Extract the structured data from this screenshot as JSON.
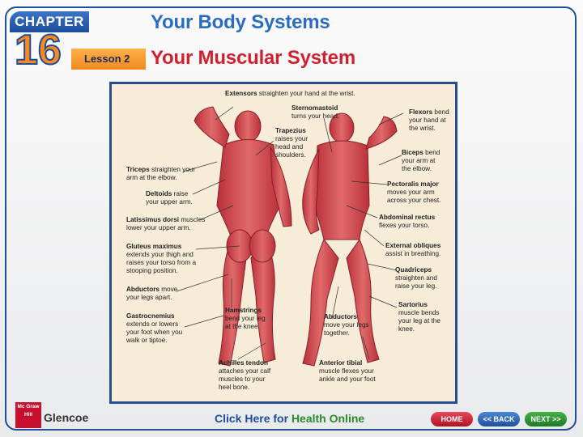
{
  "header": {
    "chapter_label": "CHAPTER",
    "chapter_number": "16",
    "lesson_label": "Lesson 2",
    "title_top": "Your Body Systems",
    "title_main": "Your Muscular System"
  },
  "figure": {
    "labels": [
      {
        "name": "Extensors",
        "desc": "straighten your hand at the wrist."
      },
      {
        "name": "Sternomastoid",
        "desc": "turns your head."
      },
      {
        "name": "Flexors",
        "desc": "bend your hand at the wrist."
      },
      {
        "name": "Trapezius",
        "desc": "raises your head and shoulders."
      },
      {
        "name": "Biceps",
        "desc": "bend your arm at the elbow."
      },
      {
        "name": "Triceps",
        "desc": "straighten your arm at the elbow."
      },
      {
        "name": "Deltoids",
        "desc": "raise your upper arm."
      },
      {
        "name": "Pectoralis major",
        "desc": "moves your arm across your chest."
      },
      {
        "name": "Latissimus dorsi",
        "desc": "muscles lower your upper arm."
      },
      {
        "name": "Abdominal rectus",
        "desc": "flexes your torso."
      },
      {
        "name": "Gluteus maximus",
        "desc": "extends your thigh and raises your torso from a stooping position."
      },
      {
        "name": "External obliques",
        "desc": "assist in breathing."
      },
      {
        "name": "Quadriceps",
        "desc": "straighten and raise your leg."
      },
      {
        "name": "Abductors",
        "desc": "move your legs apart."
      },
      {
        "name": "Sartorius",
        "desc": "muscle bends your leg at the knee."
      },
      {
        "name": "Gastrocnemius",
        "desc": "extends or lowers your foot when you walk or tiptoe."
      },
      {
        "name": "Hamstrings",
        "desc": "bend your leg at the knee."
      },
      {
        "name": "Abductors",
        "desc": "move your legs together."
      },
      {
        "name": "Achilles tendon",
        "desc": "attaches your calf muscles to your heel bone."
      },
      {
        "name": "Anterior tibial",
        "desc": "muscle flexes your ankle and your foot"
      }
    ]
  },
  "footer": {
    "publisher_logo": "Mc Graw Hill",
    "brand": "Glencoe",
    "click_here_prefix": "Click Here for",
    "click_here_link": "Health Online",
    "home_label": "HOME",
    "back_label": "<< BACK",
    "next_label": "NEXT >>"
  },
  "colors": {
    "brand_blue": "#1d4d9b",
    "title_red": "#d1202f",
    "chapter_orange": "#ff8a1a",
    "home_red": "#c8102e",
    "back_blue": "#2c66b8",
    "next_green": "#2b8a2b"
  }
}
